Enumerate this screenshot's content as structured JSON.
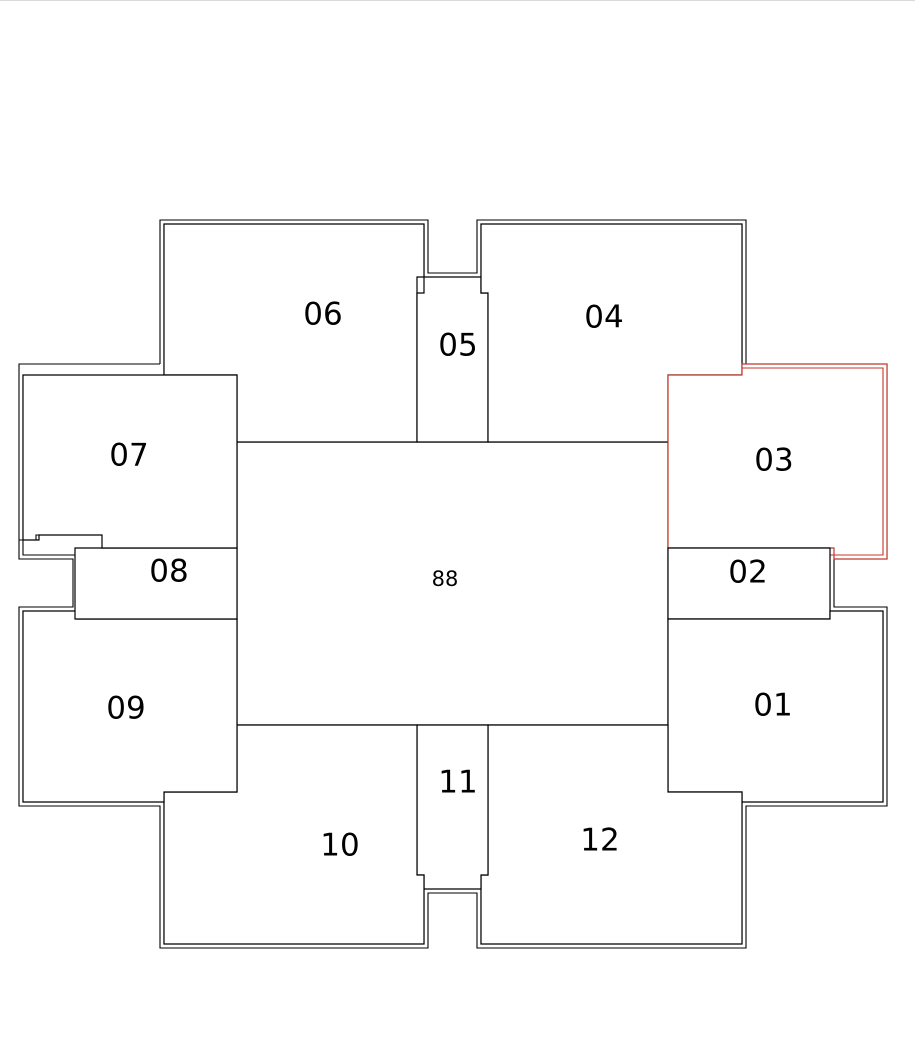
{
  "floorplan": {
    "selected_room": "03",
    "selection_color": "#c0392b",
    "core": {
      "label": "88"
    },
    "rooms": [
      {
        "id": "01",
        "label": "01"
      },
      {
        "id": "02",
        "label": "02"
      },
      {
        "id": "03",
        "label": "03"
      },
      {
        "id": "04",
        "label": "04"
      },
      {
        "id": "05",
        "label": "05"
      },
      {
        "id": "06",
        "label": "06"
      },
      {
        "id": "07",
        "label": "07"
      },
      {
        "id": "08",
        "label": "08"
      },
      {
        "id": "09",
        "label": "09"
      },
      {
        "id": "10",
        "label": "10"
      },
      {
        "id": "11",
        "label": "11"
      },
      {
        "id": "12",
        "label": "12"
      }
    ]
  }
}
